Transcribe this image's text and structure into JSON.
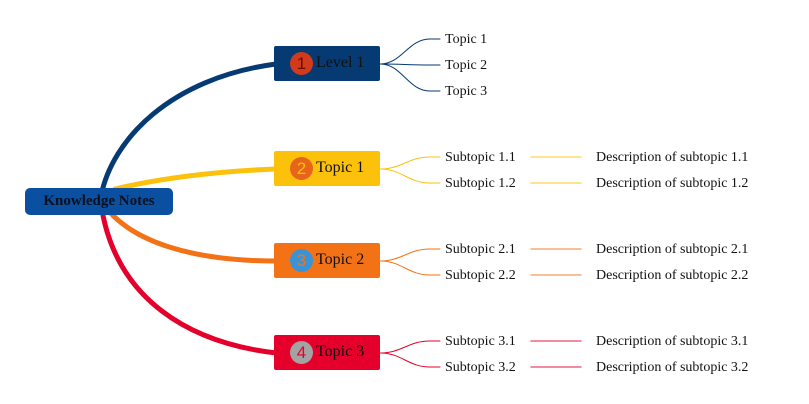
{
  "root": {
    "label": "Knowledge Notes"
  },
  "branches": [
    {
      "number": "1",
      "label": "Level 1",
      "color": "#053a73",
      "badge_color": "#d23a1c",
      "badge_text_color": "#6a0d00",
      "children": [
        {
          "label": "Topic 1"
        },
        {
          "label": "Topic 2"
        },
        {
          "label": "Topic 3"
        }
      ]
    },
    {
      "number": "2",
      "label": "Topic 1",
      "color": "#fbc10b",
      "badge_color": "#e8641a",
      "badge_text_color": "#ffc107",
      "children": [
        {
          "label": "Subtopic 1.1",
          "description": "Description of subtopic 1.1"
        },
        {
          "label": "Subtopic 1.2",
          "description": "Description of subtopic 1.2"
        }
      ]
    },
    {
      "number": "3",
      "label": "Topic 2",
      "color": "#f47216",
      "badge_color": "#3a93d6",
      "badge_text_color": "#f47216",
      "children": [
        {
          "label": "Subtopic 2.1",
          "description": "Description of subtopic 2.1"
        },
        {
          "label": "Subtopic 2.2",
          "description": "Description of subtopic 2.2"
        }
      ]
    },
    {
      "number": "4",
      "label": "Topic 3",
      "color": "#e4002b",
      "badge_color": "#a3a3a3",
      "badge_text_color": "#e4002b",
      "children": [
        {
          "label": "Subtopic 3.1",
          "description": "Description of subtopic 3.1"
        },
        {
          "label": "Subtopic 3.2",
          "description": "Description of subtopic 3.2"
        }
      ]
    }
  ]
}
